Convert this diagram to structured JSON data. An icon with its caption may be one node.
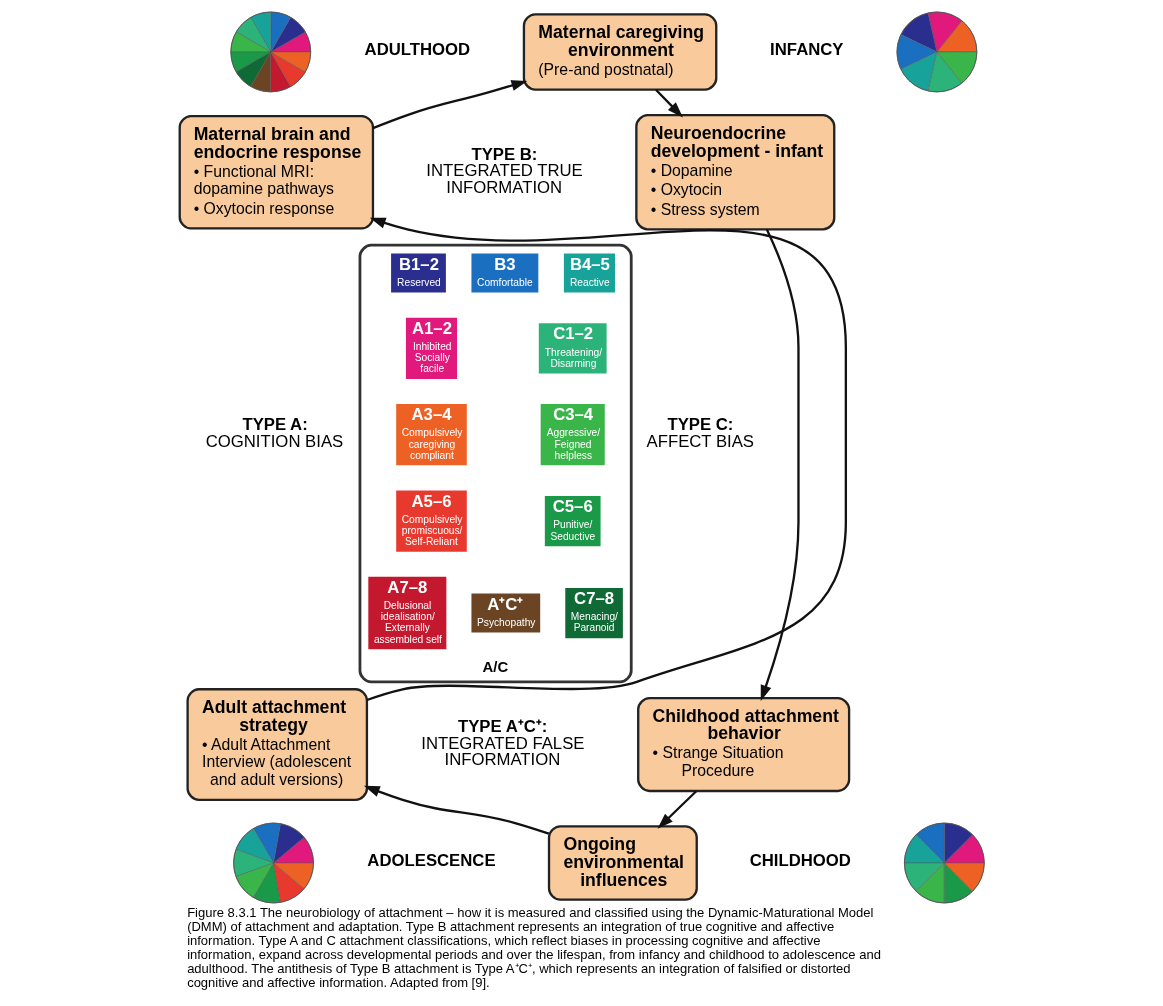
{
  "diagram": {
    "caption": "Figure 8.3.1 The neurobiology of attachment – how it is measured and classified using the Dynamic-Maturational Model (DMM) of attachment and adaptation. Type B attachment represents an integration of true cognitive and affective information. Type A and C attachment classifications, which reflect biases in processing cognitive and affective information, expand across developmental periods and over the lifespan, from infancy and childhood to adolescence and adulthood. The antithesis of Type B attachment is Type A⁺C⁺, which represents an integration of falsified or distorted cognitive and affective information. Adapted from [9].",
    "nodes": [
      {
        "text": [],
        "shape": "picture"
      },
      {
        "text": [
          "Maternal caregiving environment",
          "(Pre-and postnatal)"
        ]
      },
      {
        "text": [],
        "shape": "picture"
      },
      {
        "text": [
          "Maternal brain and endocrine response",
          "• Functional MRI: dopamine pathways",
          "• Oxytocin response"
        ]
      },
      {
        "text": [
          "Neuroendocrine development - infant",
          "• Dopamine",
          "• Oxytocin",
          "• Stress system"
        ]
      },
      {
        "text": [
          "A/C"
        ]
      },
      {
        "text": [
          "A1–2",
          "Inhibited Socially facile"
        ],
        "in": 5
      },
      {
        "text": [
          "B1–2",
          "Reserved"
        ],
        "in": 5
      },
      {
        "text": [
          "B3",
          "Comfortable"
        ],
        "in": 5
      },
      {
        "text": [
          "B4–5",
          "Reactive"
        ],
        "in": 5
      },
      {
        "text": [
          "C1–2",
          "Threatening/ Disarming"
        ],
        "in": 5
      },
      {
        "text": [
          "C3–4",
          "Aggressive/ Feigned helpless"
        ],
        "in": 5
      },
      {
        "text": [
          "C5–6",
          "Punitive/ Seductive"
        ],
        "in": 5
      },
      {
        "text": [
          "C7–8",
          "Menacing/ Paranoid"
        ],
        "in": 5
      },
      {
        "text": [
          "A⁺C⁺",
          "Psychopathy"
        ],
        "in": 5
      },
      {
        "text": [
          "A7–8",
          "Delusional idealisation/ Externally assembled self"
        ],
        "in": 5
      },
      {
        "text": [
          "A5–6",
          "Compulsively promiscuous/ Self-Reliant"
        ],
        "in": 5
      },
      {
        "text": [
          "A3–4",
          "Compulsively caregiving compliant"
        ],
        "in": 5
      },
      {
        "text": [
          "Adult attachment strategy",
          "• Adult Attachment Interview (adolescent and adult versions)"
        ]
      },
      {
        "text": [
          "Childhood attachment behavior",
          "• Strange Situation Procedure"
        ]
      },
      {
        "text": [],
        "shape": "picture"
      },
      {
        "text": [
          "Ongoing environmental influences"
        ]
      },
      {
        "text": [],
        "shape": "picture"
      }
    ],
    "edges": [
      {
        "from": 1,
        "to": 4,
        "arrow": "to"
      },
      {
        "from": 4,
        "to": 19,
        "arrow": "to"
      },
      {
        "from": 19,
        "to": 21,
        "arrow": "to"
      },
      {
        "from": 21,
        "to": 18,
        "arrow": "to"
      },
      {
        "from": 18,
        "to": 3,
        "arrow": "to"
      },
      {
        "from": 3,
        "to": 1,
        "arrow": "to"
      }
    ],
    "labels": [
      "ADULTHOOD",
      "INFANCY",
      "**TYPE B:** INTEGRATED TRUE INFORMATION",
      "**TYPE A:** COGNITION BIAS",
      "**TYPE C:** AFFECT BIAS",
      "**TYPE A⁺C⁺:** INTEGRATED FALSE INFORMATION",
      "ADOLESCENCE",
      "CHILDHOOD"
    ]
  }
}
